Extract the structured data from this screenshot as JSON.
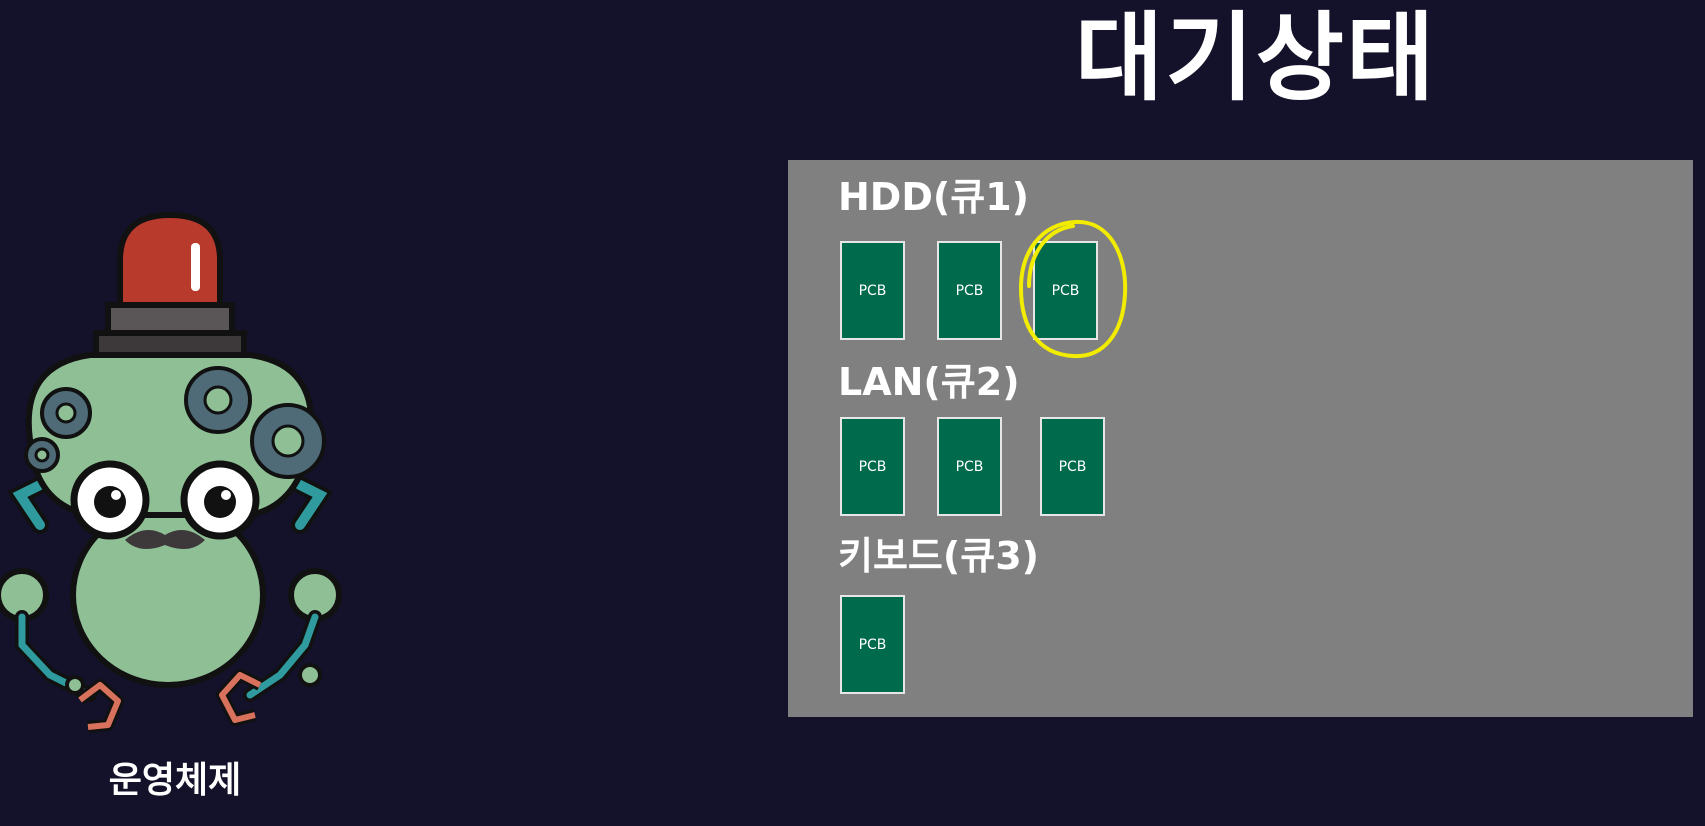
{
  "title": "대기상태",
  "queues": [
    {
      "label": "HDD(큐1)",
      "pcbs": [
        "PCB",
        "PCB",
        "PCB"
      ],
      "highlighted_index": 2
    },
    {
      "label": "LAN(큐2)",
      "pcbs": [
        "PCB",
        "PCB",
        "PCB"
      ]
    },
    {
      "label": "키보드(큐3)",
      "pcbs": [
        "PCB"
      ]
    }
  ],
  "mascot": {
    "label": "운영체제",
    "icon": "os-robot-icon"
  },
  "colors": {
    "background": "#13122a",
    "panel": "#808080",
    "pcb_fill": "#006a4c",
    "highlight": "#f2ec00"
  }
}
